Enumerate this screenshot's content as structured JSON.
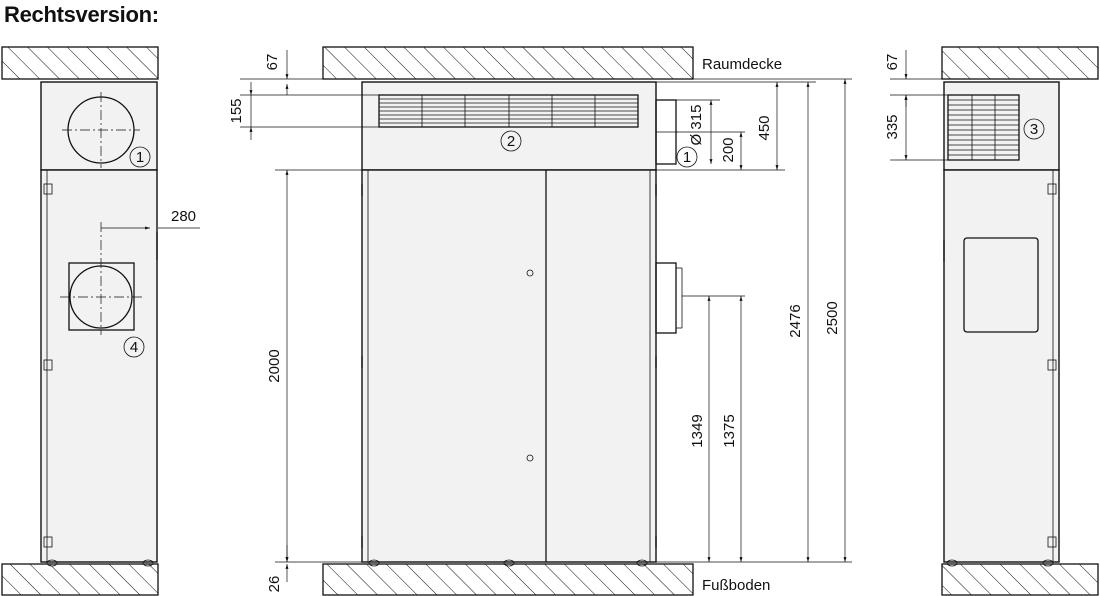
{
  "diagram": {
    "title": "Rechtsversion:",
    "labels": {
      "ceiling": "Raumdecke",
      "floor": "Fußboden"
    },
    "dimensions": {
      "d67_front": "67",
      "d155": "155",
      "d26": "26",
      "d2000": "2000",
      "d315": "Ø 315",
      "d200": "200",
      "d450": "450",
      "d1349": "1349",
      "d1375": "1375",
      "d2476": "2476",
      "d2500": "2500",
      "d280": "280",
      "d67_side": "67",
      "d335": "335"
    },
    "callouts": {
      "c1_left": "1",
      "c4": "4",
      "c2": "2",
      "c1_front": "1",
      "c3": "3"
    }
  }
}
